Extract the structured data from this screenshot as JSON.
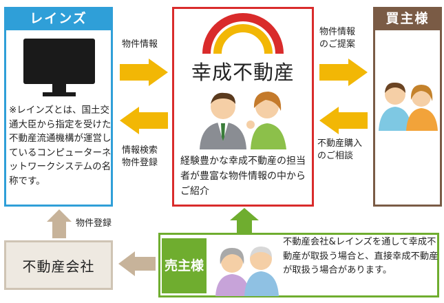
{
  "reins": {
    "title": "レインズ",
    "description": "※レインズとは、国土交通大臣から指定を受けた不動産流通機構が運営しているコンピューターネットワークシステムの名称です。"
  },
  "company": {
    "name": "幸成不動産",
    "description": "経験豊かな幸成不動産の担当者が豊富な物件情報の中からご紹介"
  },
  "buyer": {
    "title": "買主様"
  },
  "arrows": {
    "to_company_from_reins": "物件情報",
    "to_reins_from_company": [
      "情報検索",
      "物件登録"
    ],
    "to_buyer": [
      "物件情報",
      "のご提案"
    ],
    "from_buyer": [
      "不動産購入",
      "のご相談"
    ],
    "agency_to_reins": "物件登録"
  },
  "agency": {
    "title": "不動産会社"
  },
  "seller": {
    "title": "売主様",
    "description": "不動産会社&レインズを通して幸成不動産が取扱う場合と、直接幸成不動産が取扱う場合があります。"
  },
  "colors": {
    "reins": "#2f9fd8",
    "company": "#d92b2b",
    "buyer": "#7a5b45",
    "seller": "#6fad2f",
    "arrow_yellow": "#f2b705",
    "arrow_brown": "#c7b39a",
    "arrow_green": "#6fad2f"
  }
}
